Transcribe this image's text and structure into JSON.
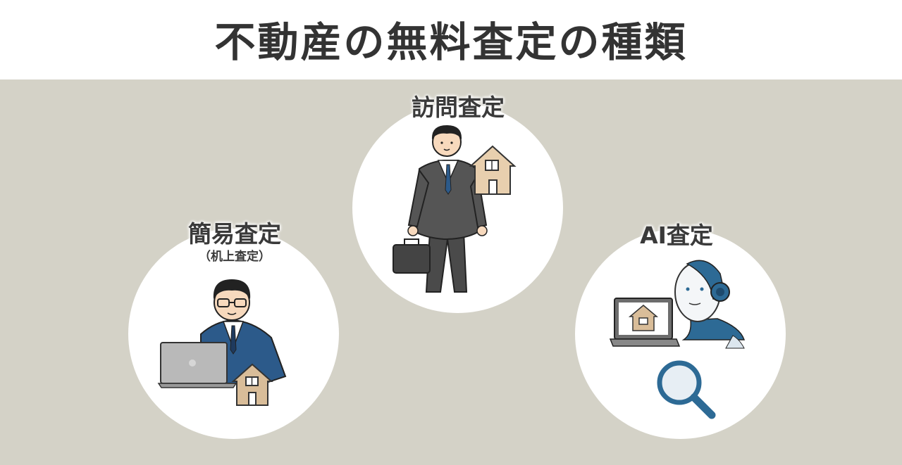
{
  "title": "不動産の無料査定の種類",
  "types": {
    "visit": {
      "label": "訪問査定"
    },
    "simple": {
      "label": "簡易査定",
      "sublabel": "（机上査定）"
    },
    "ai": {
      "label": "AI査定"
    }
  },
  "colors": {
    "background": "#d4d2c7",
    "header": "#ffffff",
    "circle": "#ffffff",
    "suit_gray": "#555555",
    "suit_blue": "#2c5a8a",
    "house": "#e8cfae",
    "robot_blue": "#2d6a95"
  }
}
